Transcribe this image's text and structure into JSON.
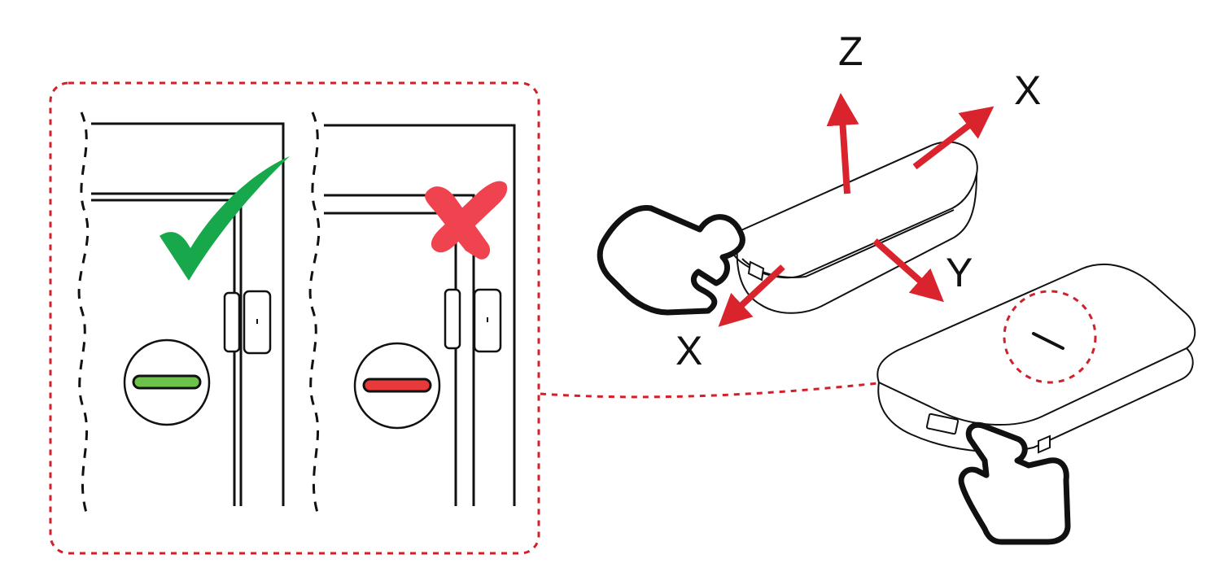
{
  "axes": {
    "z": "Z",
    "x_top": "X",
    "y": "Y",
    "x_bottom": "X"
  },
  "colors": {
    "outline": "#111111",
    "arrow": "#d9232d",
    "callout_dash": "#d0202a",
    "check": "#16a84a",
    "cross": "#f04350",
    "indicator_good": "#6cc24a",
    "indicator_bad": "#e83a3a"
  },
  "panels": {
    "left": {
      "status": "correct",
      "icon": "check-icon",
      "indicator": "green"
    },
    "right": {
      "status": "incorrect",
      "icon": "cross-icon",
      "indicator": "red"
    }
  }
}
